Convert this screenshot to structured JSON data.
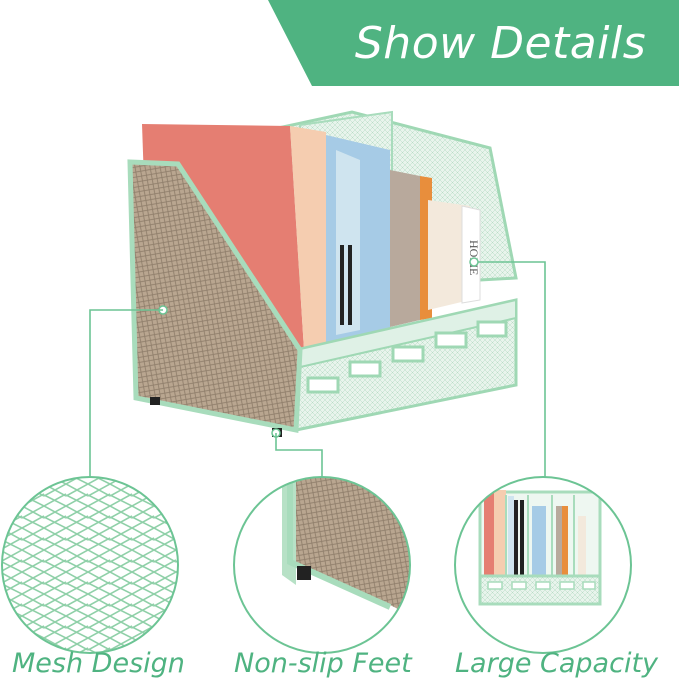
{
  "banner": {
    "title": "Show Details"
  },
  "callouts": [
    {
      "label": "Mesh Design"
    },
    {
      "label": "Non-slip Feet"
    },
    {
      "label": "Large Capacity"
    }
  ],
  "book_spine": {
    "text": "HOME"
  },
  "colors": {
    "accent": "#4fb381",
    "frame": "#a8dcbc",
    "line": "#6cc494",
    "binder_red": "#e57e72",
    "binder_peach": "#f5cdb0",
    "binder_blue": "#a6cbe6",
    "board": "#b7a48f"
  }
}
